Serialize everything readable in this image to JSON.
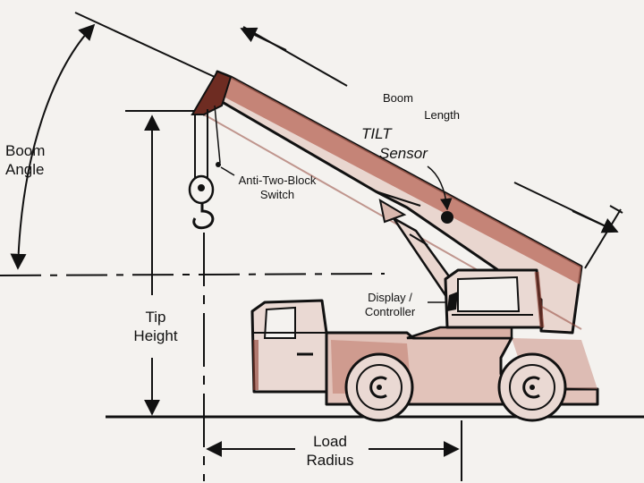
{
  "labels": {
    "boom_angle": [
      "Boom",
      "Angle"
    ],
    "boom_length": [
      "Boom",
      "Length"
    ],
    "tilt_sensor": [
      "TILT",
      "Sensor"
    ],
    "anti_two_block": [
      "Anti-Two-Block",
      "Switch"
    ],
    "display_controller": [
      "Display /",
      "Controller"
    ],
    "tip_height": [
      "Tip",
      "Height"
    ],
    "load_radius": [
      "Load",
      "Radius"
    ]
  },
  "colors": {
    "ink": "#111111",
    "shade": "#8c3b2e",
    "paper": "#f4f2ef"
  },
  "icons": [
    "hook-icon",
    "wheel-icon",
    "tilt-sensor-dot-icon"
  ]
}
